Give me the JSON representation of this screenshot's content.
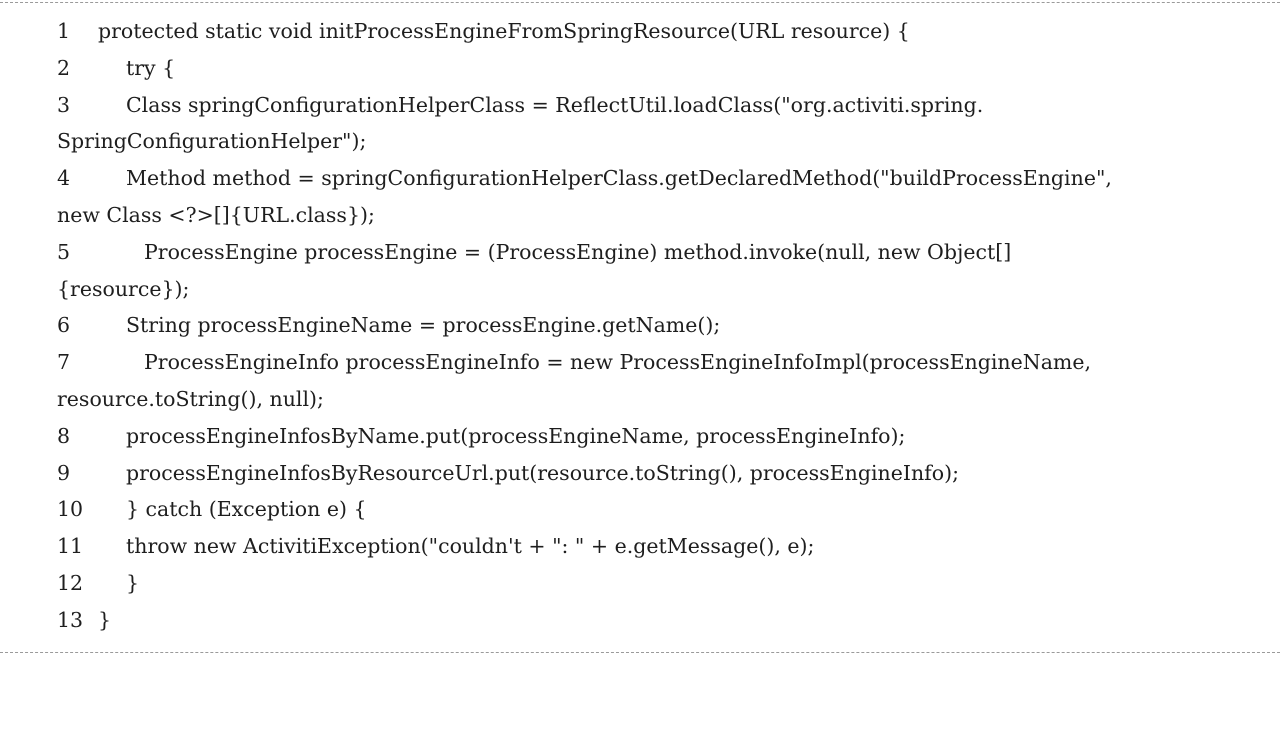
{
  "code": {
    "lines": [
      {
        "num": "1",
        "text": "protected static void initProcessEngineFromSpringResource(URL resource) {"
      },
      {
        "num": "2",
        "text": "try {"
      },
      {
        "num": "3",
        "text": "Class springConfigurationHelperClass = ReflectUtil.loadClass(\"org.activiti.spring.",
        "cont": "SpringConfigurationHelper\");"
      },
      {
        "num": "4",
        "text": "Method method = springConfigurationHelperClass.getDeclaredMethod(\"buildProcessEngine\",",
        "cont": "new Class <?>[]{URL.class});"
      },
      {
        "num": "5",
        "text": "ProcessEngine processEngine = (ProcessEngine) method.invoke(null, new Object[]",
        "cont": "{resource});"
      },
      {
        "num": "6",
        "text": "String processEngineName = processEngine.getName();"
      },
      {
        "num": "7",
        "text": "ProcessEngineInfo processEngineInfo = new ProcessEngineInfoImpl(processEngineName,",
        "cont": "resource.toString(), null);"
      },
      {
        "num": "8",
        "text": "processEngineInfosByName.put(processEngineName, processEngineInfo);"
      },
      {
        "num": "9",
        "text": "processEngineInfosByResourceUrl.put(resource.toString(), processEngineInfo);"
      },
      {
        "num": "10",
        "text": "} catch (Exception e) {"
      },
      {
        "num": "11",
        "text": "throw new ActivitiException(\"couldn't + \": \" + e.getMessage(), e);"
      },
      {
        "num": "12",
        "text": "}"
      },
      {
        "num": "13",
        "text": "}"
      }
    ]
  }
}
